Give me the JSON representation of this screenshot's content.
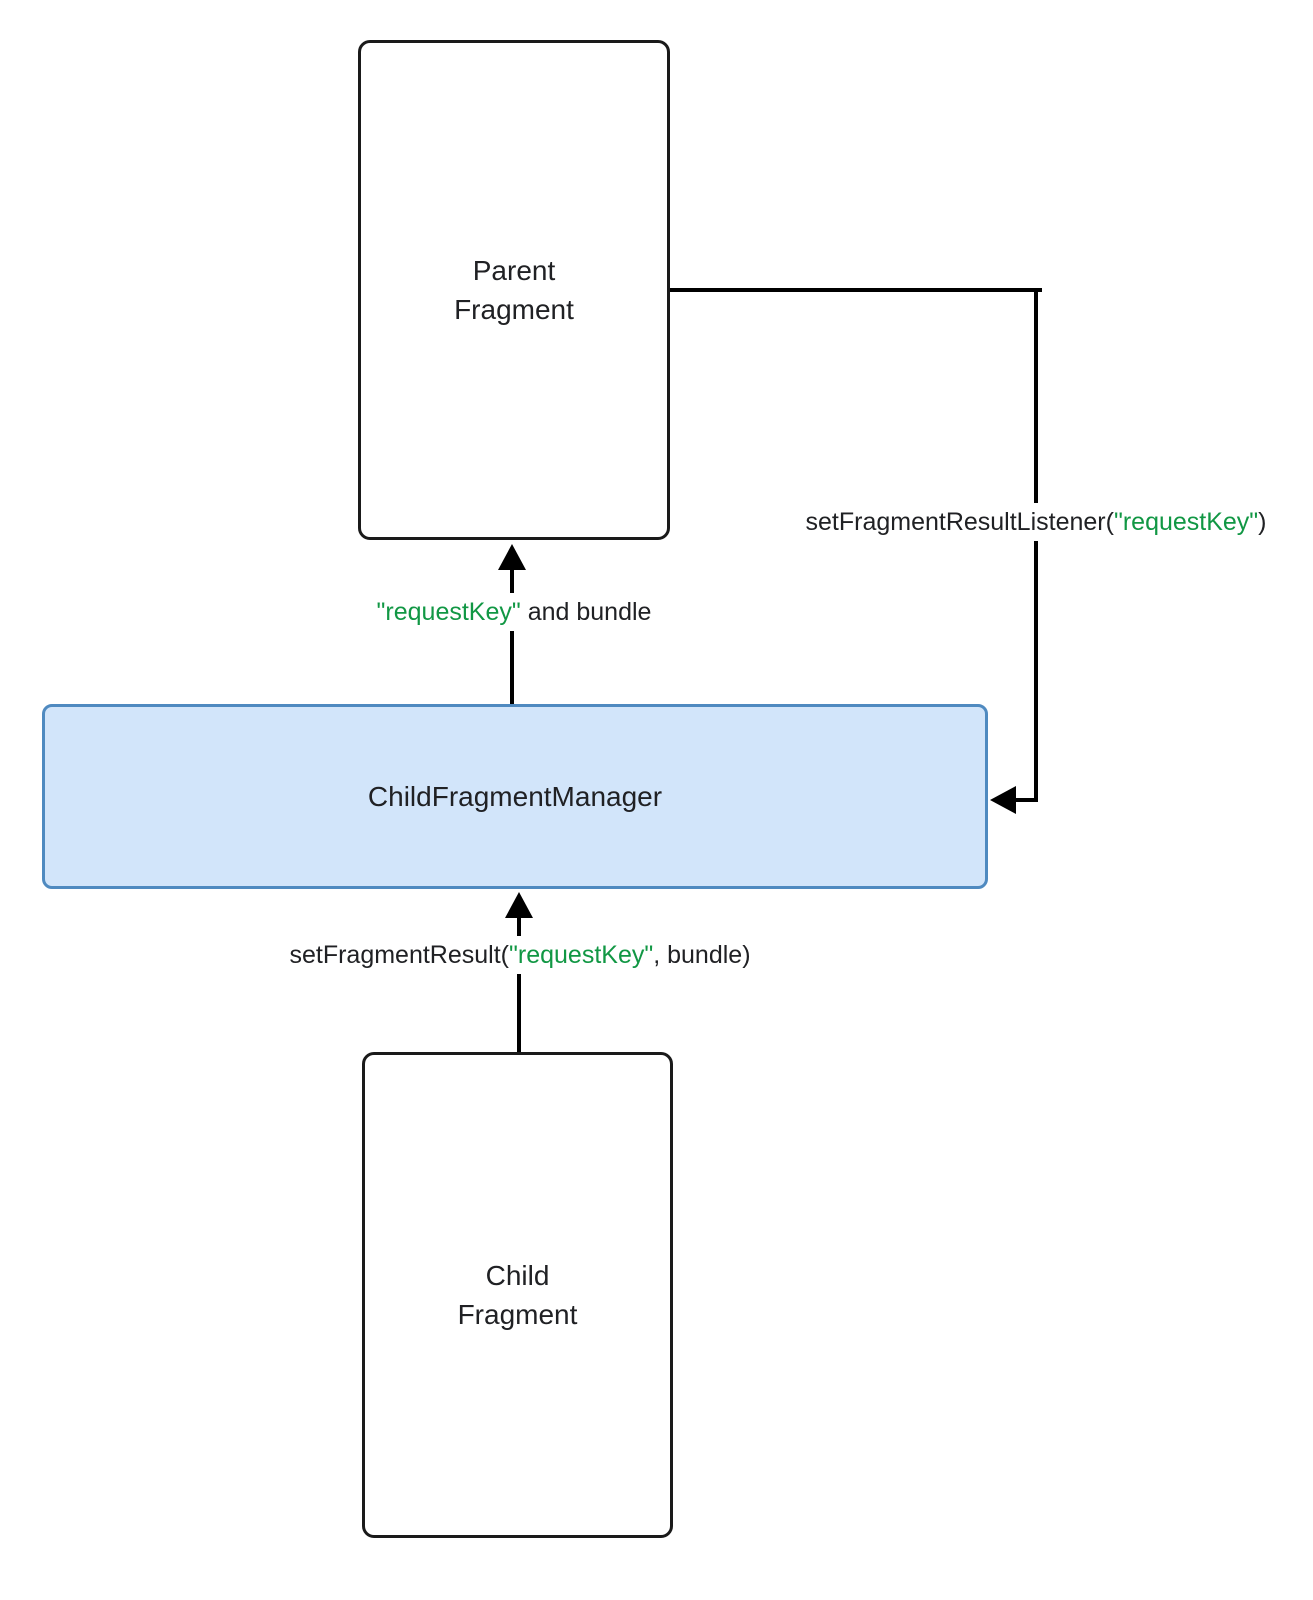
{
  "colors": {
    "line": "#000000",
    "box-border": "#1a1a1a",
    "manager-fill": "#d2e5fa",
    "manager-border": "#4f8ac0",
    "key-green": "#119744",
    "text": "#202124"
  },
  "boxes": {
    "parent": {
      "lines": [
        "Parent",
        "Fragment"
      ]
    },
    "manager": {
      "label": "ChildFragmentManager"
    },
    "child": {
      "lines": [
        "Child",
        "Fragment"
      ]
    }
  },
  "annotations": {
    "listener": {
      "prefix": "setFragmentResultListener(",
      "key": "\"requestKey\"",
      "suffix": ")"
    },
    "to_parent": {
      "key": "\"requestKey\"",
      "suffix": " and bundle"
    },
    "set_result": {
      "prefix": "setFragmentResult(",
      "key": "\"requestKey\"",
      "suffix": ", bundle)"
    }
  }
}
